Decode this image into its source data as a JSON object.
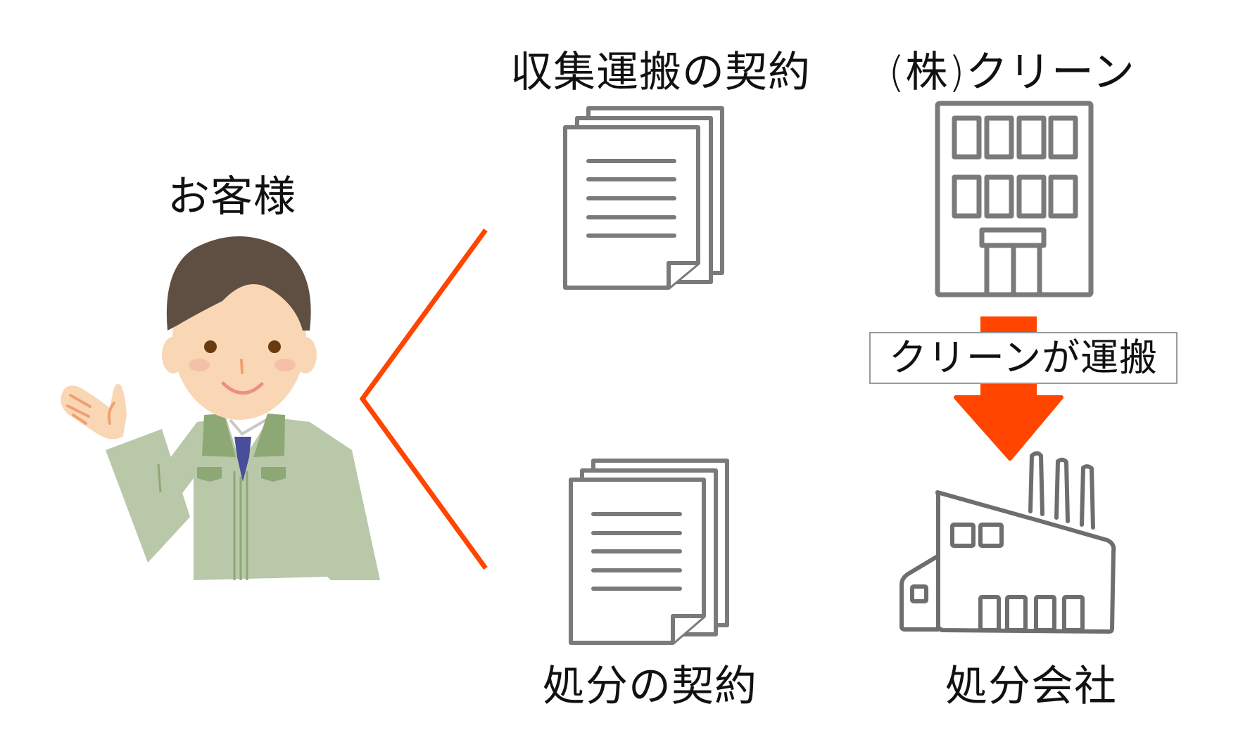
{
  "diagram": {
    "customer": {
      "label": "お客様",
      "icon": "customer-worker-illustration"
    },
    "contracts": [
      {
        "label": "収集運搬の契約",
        "icon": "document-stack-icon"
      },
      {
        "label": "処分の契約",
        "icon": "document-stack-icon"
      }
    ],
    "transport_company": {
      "label": "(株)クリーン",
      "icon": "office-building-icon"
    },
    "transport_action": {
      "label": "クリーンが運搬",
      "icon": "down-arrow-icon"
    },
    "disposal_company": {
      "label": "処分会社",
      "icon": "factory-icon"
    },
    "colors": {
      "accent": "#FF4500",
      "icon_stroke": "#7A7A7A",
      "factory_stroke": "#6E6E6E",
      "hair": "#5F4E42",
      "skin": "#F9D7B5",
      "jacket": "#B8C8A8",
      "jacket_dark": "#8EA875",
      "tie": "#4A4D9A"
    }
  }
}
